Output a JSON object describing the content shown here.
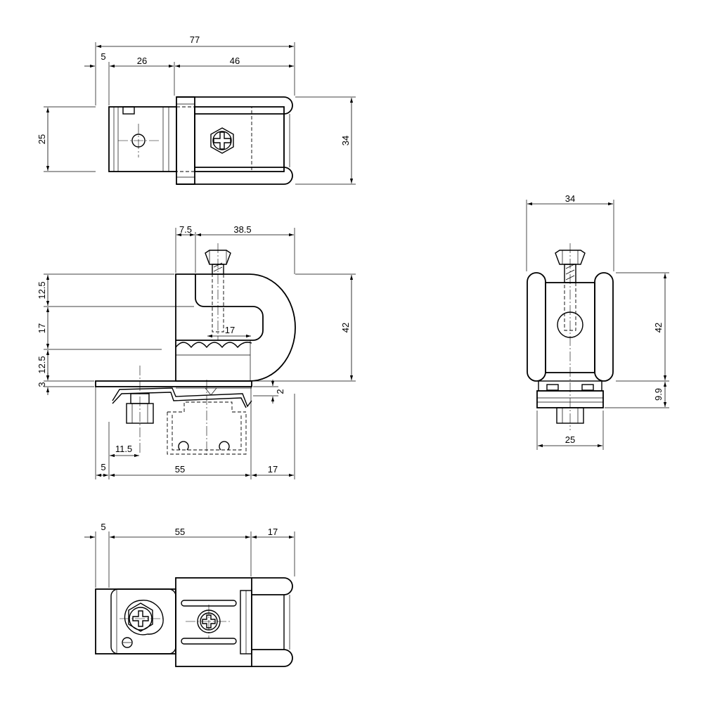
{
  "dimensions": {
    "top_overall": "77",
    "top_a": "5",
    "top_b": "26",
    "top_c": "46",
    "top_height_left": "25",
    "top_height_right": "34",
    "front_a": "7.5",
    "front_b": "38.5",
    "front_h1": "12.5",
    "front_h2": "17",
    "front_h3": "12.5",
    "front_h4": "3",
    "front_overall_h": "42",
    "front_gap": "17",
    "front_thk": "2",
    "front_bolt": "11.5",
    "front_base_a": "5",
    "front_base_b": "55",
    "front_base_c": "17",
    "side_width": "34",
    "side_height": "42",
    "side_base_h": "9.9",
    "side_base_w": "25",
    "bottom_a": "5",
    "bottom_b": "55",
    "bottom_c": "17"
  }
}
